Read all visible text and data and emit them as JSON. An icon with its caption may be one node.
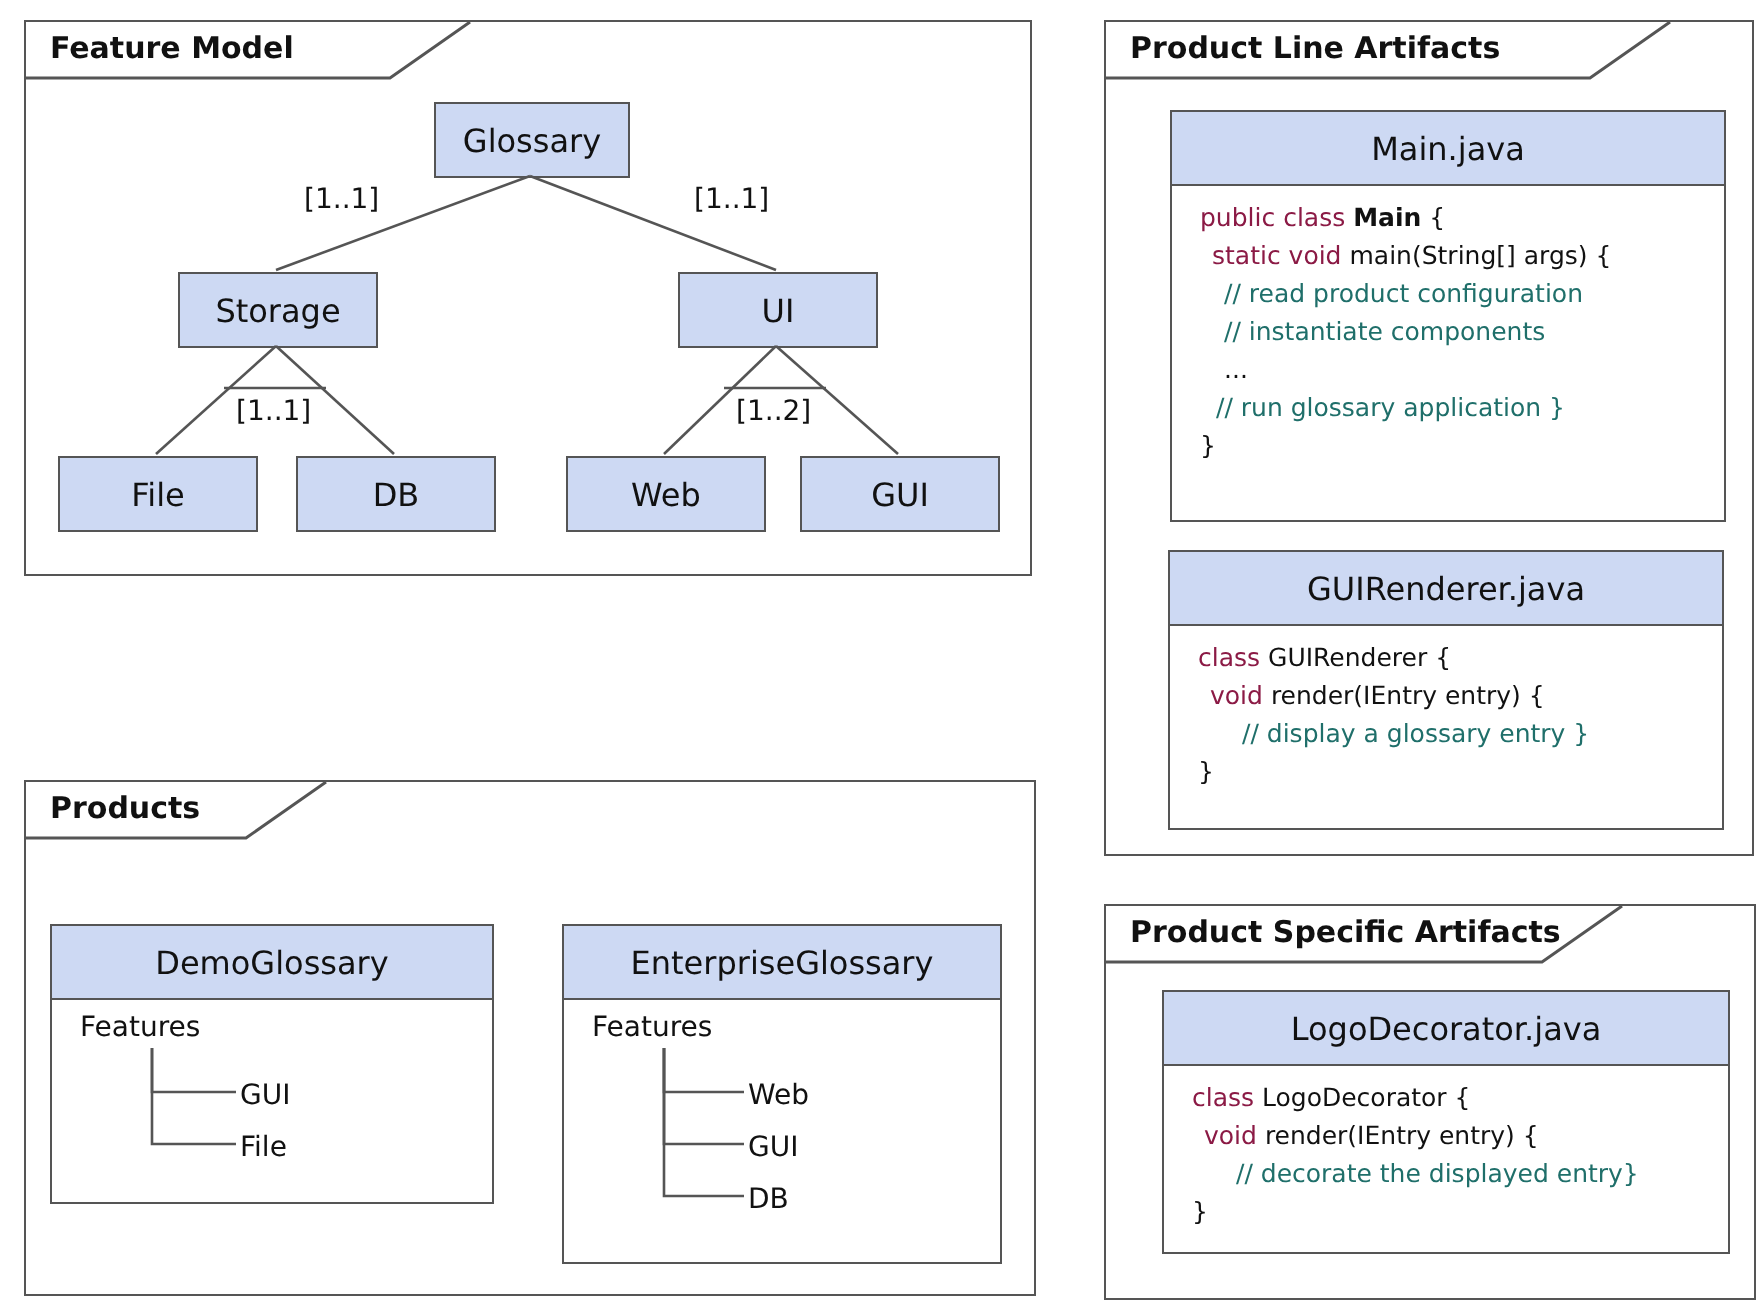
{
  "diagram": {
    "nodes": [
      {
        "text": [
          "Feature Model"
        ]
      },
      {
        "text": [
          "Glossary"
        ],
        "in": 0
      },
      {
        "text": [
          "Storage"
        ],
        "in": 0
      },
      {
        "text": [
          "UI"
        ],
        "in": 0
      },
      {
        "text": [
          "File"
        ],
        "in": 0
      },
      {
        "text": [
          "DB"
        ],
        "in": 0
      },
      {
        "text": [
          "Web"
        ],
        "in": 0
      },
      {
        "text": [
          "GUI"
        ],
        "in": 0
      },
      {
        "text": [
          "Products"
        ]
      },
      {
        "text": [
          "DemoGlossary"
        ],
        "in": 8
      },
      {
        "text": [
          "Features"
        ],
        "in": 9
      },
      {
        "text": [
          "GUI"
        ],
        "in": 9
      },
      {
        "text": [
          "File"
        ],
        "in": 9
      },
      {
        "text": [
          "EnterpriseGlossary"
        ],
        "in": 8
      },
      {
        "text": [
          "Features"
        ],
        "in": 13
      },
      {
        "text": [
          "Web"
        ],
        "in": 13
      },
      {
        "text": [
          "GUI"
        ],
        "in": 13
      },
      {
        "text": [
          "DB"
        ],
        "in": 13
      },
      {
        "text": [
          "Product Line Artifacts"
        ]
      },
      {
        "text": [
          "Main.java",
          "public class **Main** {",
          "static void main(String[] args) {",
          "// read product configuration",
          "// instantiate components",
          "...",
          "// run glossary application }",
          "}"
        ],
        "in": 18
      },
      {
        "text": [
          "GUIRenderer.java",
          "class GUIRenderer {",
          "void render(IEntry entry) {",
          "// display a glossary entry }",
          "}"
        ],
        "in": 18
      },
      {
        "text": [
          "Product Specific Artifacts"
        ]
      },
      {
        "text": [
          "LogoDecorator.java",
          "class LogoDecorator {",
          "void render(IEntry entry) {",
          "// decorate the displayed entry}",
          "}"
        ],
        "in": 21
      }
    ],
    "edges": [
      {
        "from": 1,
        "to": 2,
        "arrow": "none",
        "label": "[1..1]"
      },
      {
        "from": 1,
        "to": 3,
        "arrow": "none",
        "label": "[1..1]"
      },
      {
        "from": 2,
        "to": 4,
        "arrow": "none"
      },
      {
        "from": 2,
        "to": 5,
        "arrow": "none"
      },
      {
        "from": 3,
        "to": 6,
        "arrow": "none"
      },
      {
        "from": 3,
        "to": 7,
        "arrow": "none"
      },
      {
        "from": 10,
        "to": 11,
        "arrow": "none"
      },
      {
        "from": 10,
        "to": 12,
        "arrow": "none"
      },
      {
        "from": 14,
        "to": 15,
        "arrow": "none"
      },
      {
        "from": 14,
        "to": 16,
        "arrow": "none"
      },
      {
        "from": 14,
        "to": 17,
        "arrow": "none"
      }
    ],
    "labels": [
      "[1..1]",
      "[1..2]"
    ]
  }
}
